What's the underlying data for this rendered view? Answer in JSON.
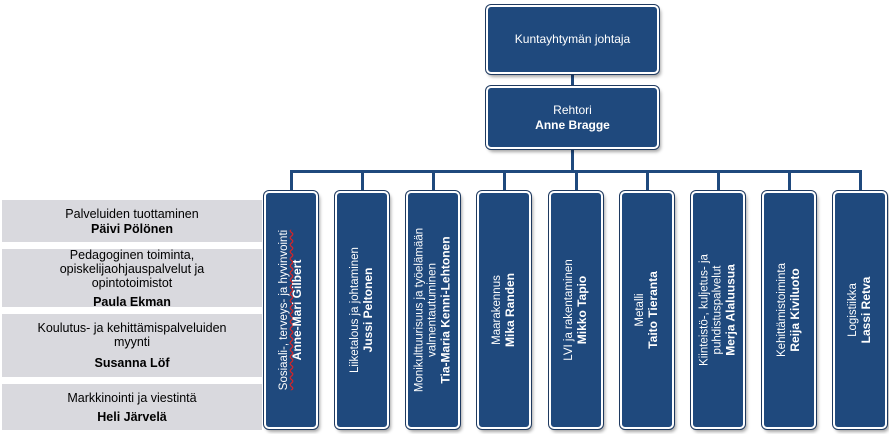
{
  "top_box": {
    "title": "Kuntayhtymän johtaja"
  },
  "rector_box": {
    "role": "Rehtori",
    "name": "Anne Bragge"
  },
  "service_boxes": [
    {
      "title": "Palveluiden tuottaminen",
      "name": "Päivi Pölönen"
    },
    {
      "title": "Pedagoginen toiminta, opiskelijaohjauspalvelut ja opintotoimistot",
      "name": "Paula Ekman"
    },
    {
      "title": "Koulutus- ja kehittämispalveluiden myynti",
      "name": "Susanna Löf"
    },
    {
      "title": "Markkinointi ja viestintä",
      "name": "Heli Järvelä"
    }
  ],
  "units": [
    {
      "title_lines": [
        "Sosiaali-, terveys- ja hyvinvointi"
      ],
      "name": "Anne-Mari Gilbert"
    },
    {
      "title_lines": [
        "Liiketalous ja johtaminen"
      ],
      "name": "Jussi Peltonen"
    },
    {
      "title_lines": [
        "Monikulttuurisuus ja työelämään",
        "valmentautuminen"
      ],
      "name": "Tia-Maria Kenni-Lehtonen"
    },
    {
      "title_lines": [
        "Maarakennus"
      ],
      "name": "Mika Randen"
    },
    {
      "title_lines": [
        "LVI ja rakentaminen"
      ],
      "name": "Mikko Tapio"
    },
    {
      "title_lines": [
        "Metalli"
      ],
      "name": "Taito Tieranta"
    },
    {
      "title_lines": [
        "Kiinteistö-, kuljetus- ja",
        "puhdistuspalvelut"
      ],
      "name": "Merja Alaluusua"
    },
    {
      "title_lines": [
        "Kehittämistoiminta"
      ],
      "name": "Reija Kiviluoto"
    },
    {
      "title_lines": [
        "Logistiikka"
      ],
      "name": "Lassi Retva"
    }
  ],
  "colors": {
    "box_fill": "#1f497d",
    "service_fill": "#d9d9de",
    "connector": "#1f497d"
  }
}
